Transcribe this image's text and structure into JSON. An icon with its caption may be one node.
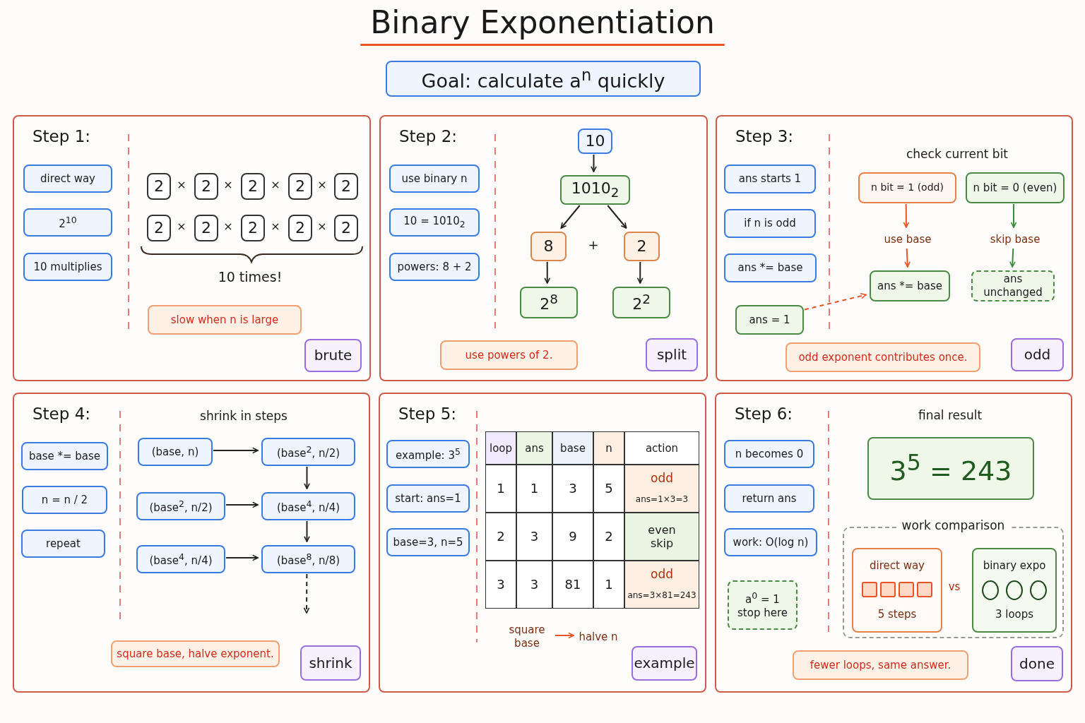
{
  "diagram": {
    "title": "Binary Exponentiation",
    "nodes": [
      {
        "text": [
          "Goal: calculate a$^{n}$ quickly"
        ]
      },
      {
        "text": [
          "Step 1:"
        ]
      },
      {
        "text": [
          "direct way"
        ],
        "in": 1
      },
      {
        "text": [
          "2$^{10}$"
        ],
        "in": 1
      },
      {
        "text": [
          "10 multiplies"
        ],
        "in": 1
      },
      {
        "text": [
          "2"
        ],
        "in": 1
      },
      {
        "text": [
          "2"
        ],
        "in": 1
      },
      {
        "text": [
          "2"
        ],
        "in": 1
      },
      {
        "text": [
          "2"
        ],
        "in": 1
      },
      {
        "text": [
          "2"
        ],
        "in": 1
      },
      {
        "text": [
          "2"
        ],
        "in": 1
      },
      {
        "text": [
          "2"
        ],
        "in": 1
      },
      {
        "text": [
          "2"
        ],
        "in": 1
      },
      {
        "text": [
          "2"
        ],
        "in": 1
      },
      {
        "text": [
          "2"
        ],
        "in": 1
      },
      {
        "text": [
          "slow when n is large"
        ],
        "in": 1
      },
      {
        "text": [
          "brute"
        ],
        "in": 1
      },
      {
        "text": [
          "Step 2:"
        ]
      },
      {
        "text": [
          "use binary n"
        ],
        "in": 17
      },
      {
        "text": [
          "10 = 1010$_{2}$"
        ],
        "in": 17
      },
      {
        "text": [
          "powers: 8 + 2"
        ],
        "in": 17
      },
      {
        "text": [
          "10"
        ],
        "in": 17
      },
      {
        "text": [
          "1010$_{2}$"
        ],
        "in": 17
      },
      {
        "text": [
          "8"
        ],
        "in": 17
      },
      {
        "text": [
          "2"
        ],
        "in": 17
      },
      {
        "text": [
          "2$^{8}$"
        ],
        "in": 17
      },
      {
        "text": [
          "2$^{2}$"
        ],
        "in": 17
      },
      {
        "text": [
          "use powers of 2."
        ],
        "in": 17
      },
      {
        "text": [
          "split"
        ],
        "in": 17
      },
      {
        "text": [
          "Step 3:"
        ]
      },
      {
        "text": [
          "ans starts 1"
        ],
        "in": 29
      },
      {
        "text": [
          "if n is odd"
        ],
        "in": 29
      },
      {
        "text": [
          "ans *= base"
        ],
        "in": 29
      },
      {
        "text": [
          "ans = 1"
        ],
        "in": 29
      },
      {
        "text": [
          "n bit = 1 (odd)"
        ],
        "in": 29
      },
      {
        "text": [
          "n bit = 0 (even)"
        ],
        "in": 29
      },
      {
        "text": [
          "use base"
        ],
        "in": 29
      },
      {
        "text": [
          "skip base"
        ],
        "in": 29
      },
      {
        "text": [
          "ans *= base"
        ],
        "in": 29
      },
      {
        "text": [
          "ans unchanged"
        ],
        "in": 29
      },
      {
        "text": [
          "odd exponent contributes once."
        ],
        "in": 29
      },
      {
        "text": [
          "odd"
        ],
        "in": 29
      },
      {
        "text": [
          "Step 4:"
        ]
      },
      {
        "text": [
          "base *= base"
        ],
        "in": 42
      },
      {
        "text": [
          "n = n / 2"
        ],
        "in": 42
      },
      {
        "text": [
          "repeat"
        ],
        "in": 42
      },
      {
        "text": [
          "(base, n)"
        ],
        "in": 42
      },
      {
        "text": [
          "(base$^{2}$, n/2)"
        ],
        "in": 42
      },
      {
        "text": [
          "(base$^{2}$, n/2)"
        ],
        "in": 42
      },
      {
        "text": [
          "(base$^{4}$, n/4)"
        ],
        "in": 42
      },
      {
        "text": [
          "(base$^{4}$, n/4)"
        ],
        "in": 42
      },
      {
        "text": [
          "(base$^{8}$, n/8)"
        ],
        "in": 42
      },
      {
        "text": [
          "square base, halve exponent."
        ],
        "in": 42
      },
      {
        "text": [
          "shrink"
        ],
        "in": 42
      },
      {
        "text": [
          "Step 5:"
        ]
      },
      {
        "text": [
          "example: 3$^{5}$"
        ],
        "in": 54
      },
      {
        "text": [
          "start: ans=1"
        ],
        "in": 54
      },
      {
        "text": [
          "base=3, n=5"
        ],
        "in": 54
      },
      {
        "text": [
          "square base"
        ],
        "in": 54
      },
      {
        "text": [
          "halve n"
        ],
        "in": 54
      },
      {
        "text": [
          "example"
        ],
        "in": 54
      },
      {
        "text": [
          "Step 6:"
        ]
      },
      {
        "text": [
          "n becomes 0"
        ],
        "in": 61
      },
      {
        "text": [
          "return ans"
        ],
        "in": 61
      },
      {
        "text": [
          "work: O(log n)"
        ],
        "in": 61
      },
      {
        "text": [
          "a$^{0}$ = 1",
          "stop here"
        ],
        "in": 61
      },
      {
        "text": [
          "3$^{5}$ = 243"
        ],
        "in": 61
      },
      {
        "text": [
          "work comparison"
        ],
        "in": 61
      },
      {
        "text": [
          "direct way",
          "5 steps"
        ],
        "in": 67
      },
      {
        "text": [
          "binary expo",
          "3 loops"
        ],
        "in": 67
      },
      {
        "text": [
          "fewer loops, same answer."
        ],
        "in": 61
      },
      {
        "text": [
          "done"
        ],
        "in": 61
      }
    ],
    "edges": [
      {
        "from": 21,
        "to": 22,
        "arrow": "to"
      },
      {
        "from": 22,
        "to": 23,
        "arrow": "to"
      },
      {
        "from": 22,
        "to": 24,
        "arrow": "to"
      },
      {
        "from": 23,
        "to": 25,
        "arrow": "to"
      },
      {
        "from": 24,
        "to": 26,
        "arrow": "to"
      },
      {
        "from": 34,
        "to": 36,
        "arrow": "to",
        "color": "#e8532a"
      },
      {
        "from": 36,
        "to": 38,
        "arrow": "to",
        "color": "#e8532a"
      },
      {
        "from": 35,
        "to": 37,
        "arrow": "to",
        "color": "#3c8a3c"
      },
      {
        "from": 37,
        "to": 39,
        "arrow": "to",
        "color": "#3c8a3c"
      },
      {
        "from": 33,
        "to": 38,
        "arrow": "to",
        "style": "dashed",
        "color": "#e8532a"
      },
      {
        "from": 46,
        "to": 47,
        "arrow": "to"
      },
      {
        "from": 47,
        "to": 49,
        "arrow": "to"
      },
      {
        "from": 48,
        "to": 49,
        "arrow": "to"
      },
      {
        "from": 49,
        "to": 51,
        "arrow": "to"
      },
      {
        "from": 50,
        "to": 51,
        "arrow": "to"
      },
      {
        "from": 51,
        "to": null,
        "arrow": "to",
        "style": "dashed"
      },
      {
        "from": 58,
        "to": 59,
        "arrow": "to",
        "color": "#e8532a"
      }
    ],
    "labels": [
      "×",
      "×",
      "×",
      "×",
      "×",
      "×",
      "×",
      "×",
      "10 times!",
      "+",
      "check current bit",
      "shrink in steps",
      "loop",
      "ans",
      "base",
      "n",
      "action",
      "1",
      "1",
      "3",
      "5",
      "odd",
      "ans=1×3=3",
      "2",
      "3",
      "9",
      "2",
      "even skip",
      "3",
      "3",
      "81",
      "1",
      "odd",
      "ans=3×81=243",
      "final result",
      "vs"
    ]
  }
}
